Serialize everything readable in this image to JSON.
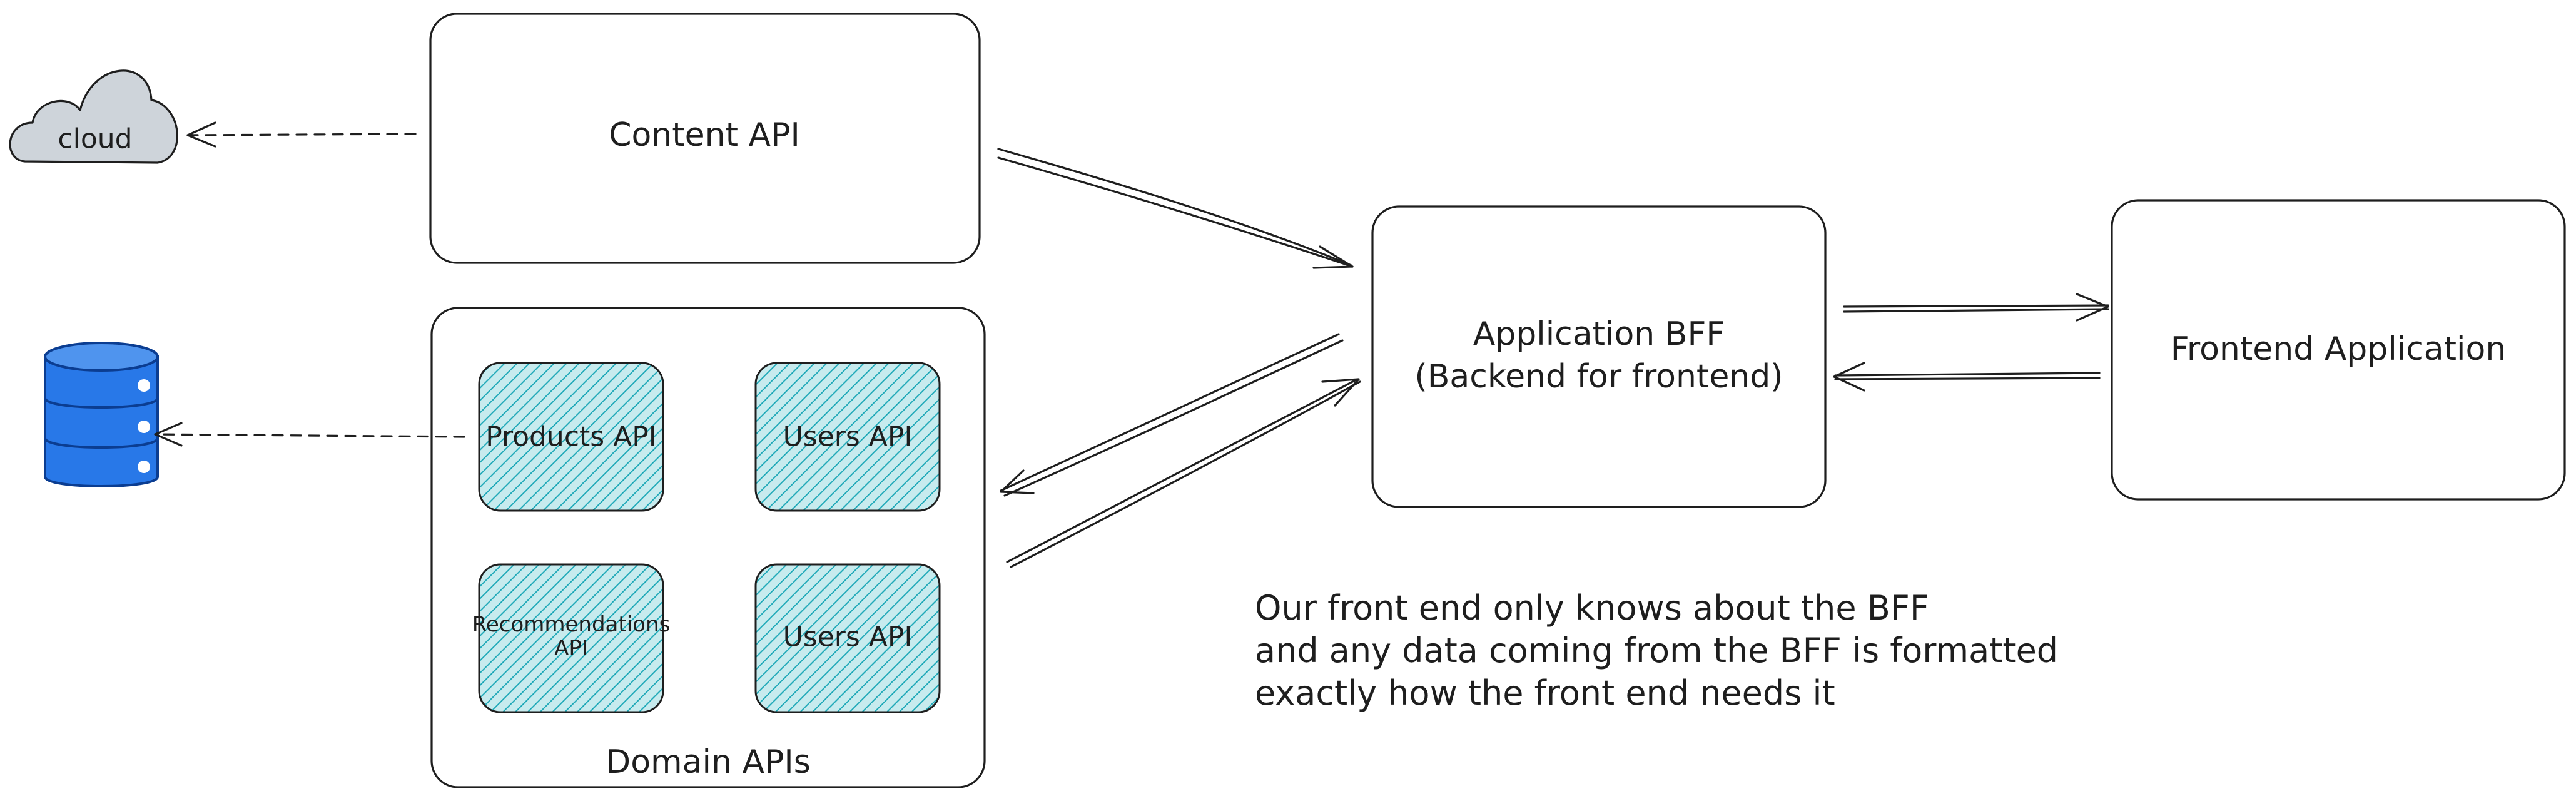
{
  "nodes": {
    "cloud": {
      "label": "cloud"
    },
    "content_api": {
      "label": "Content API"
    },
    "domain_apis": {
      "label": "Domain APIs"
    },
    "products_api": {
      "label": "Products API"
    },
    "users_api_1": {
      "label": "Users API"
    },
    "recommendations_api": {
      "label_line1": "Recommendations",
      "label_line2": "API"
    },
    "users_api_2": {
      "label": "Users API"
    },
    "bff": {
      "label_line1": "Application BFF",
      "label_line2": "(Backend for frontend)"
    },
    "frontend": {
      "label": "Frontend Application"
    },
    "database": {
      "icon": "database-icon"
    }
  },
  "note": {
    "line1": "Our front end only knows about the BFF",
    "line2": "and any data coming from the BFF is formatted",
    "line3": "exactly how the front end needs it"
  },
  "colors": {
    "stroke": "#1e1e1e",
    "api_fill": "#20a9b8",
    "api_fill_bg": "#c7ebee",
    "database": "#2878e8",
    "cloud_fill": "#ced4da"
  }
}
